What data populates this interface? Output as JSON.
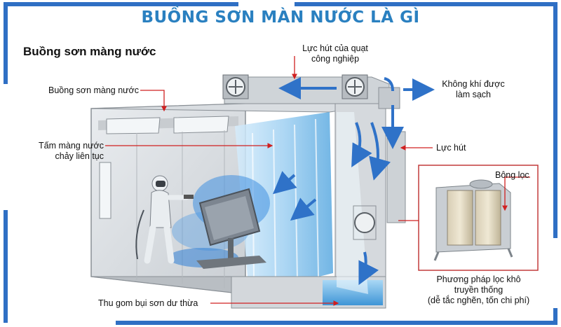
{
  "title": "BUỒNG SƠN MÀN NƯỚC LÀ GÌ",
  "subtitle": "Buồng sơn màng nước",
  "labels": {
    "booth": "Buồng sơn màng nước",
    "water_curtain_line1": "Tấm màng nước",
    "water_curtain_line2": "chảy liên tục",
    "fan_line1": "Lực hút của quạt",
    "fan_line2": "công nghiệp",
    "clean_air_line1": "Không khí được",
    "clean_air_line2": "làm sạch",
    "suction": "Lực hút",
    "filter_cotton": "Bông lọc",
    "dry_method_line1": "Phương pháp lọc khô",
    "dry_method_line2": "truyền thống",
    "dry_method_note": "(dễ tắc nghẽn, tốn chi phí)",
    "collect": "Thu gom bụi sơn dư thừa"
  },
  "colors": {
    "title": "#2a80c0",
    "frame_blue": "#2f6fc4",
    "leader_red": "#d02020",
    "arrow_blue": "#2f72c8",
    "water": "#8fc6ee"
  }
}
